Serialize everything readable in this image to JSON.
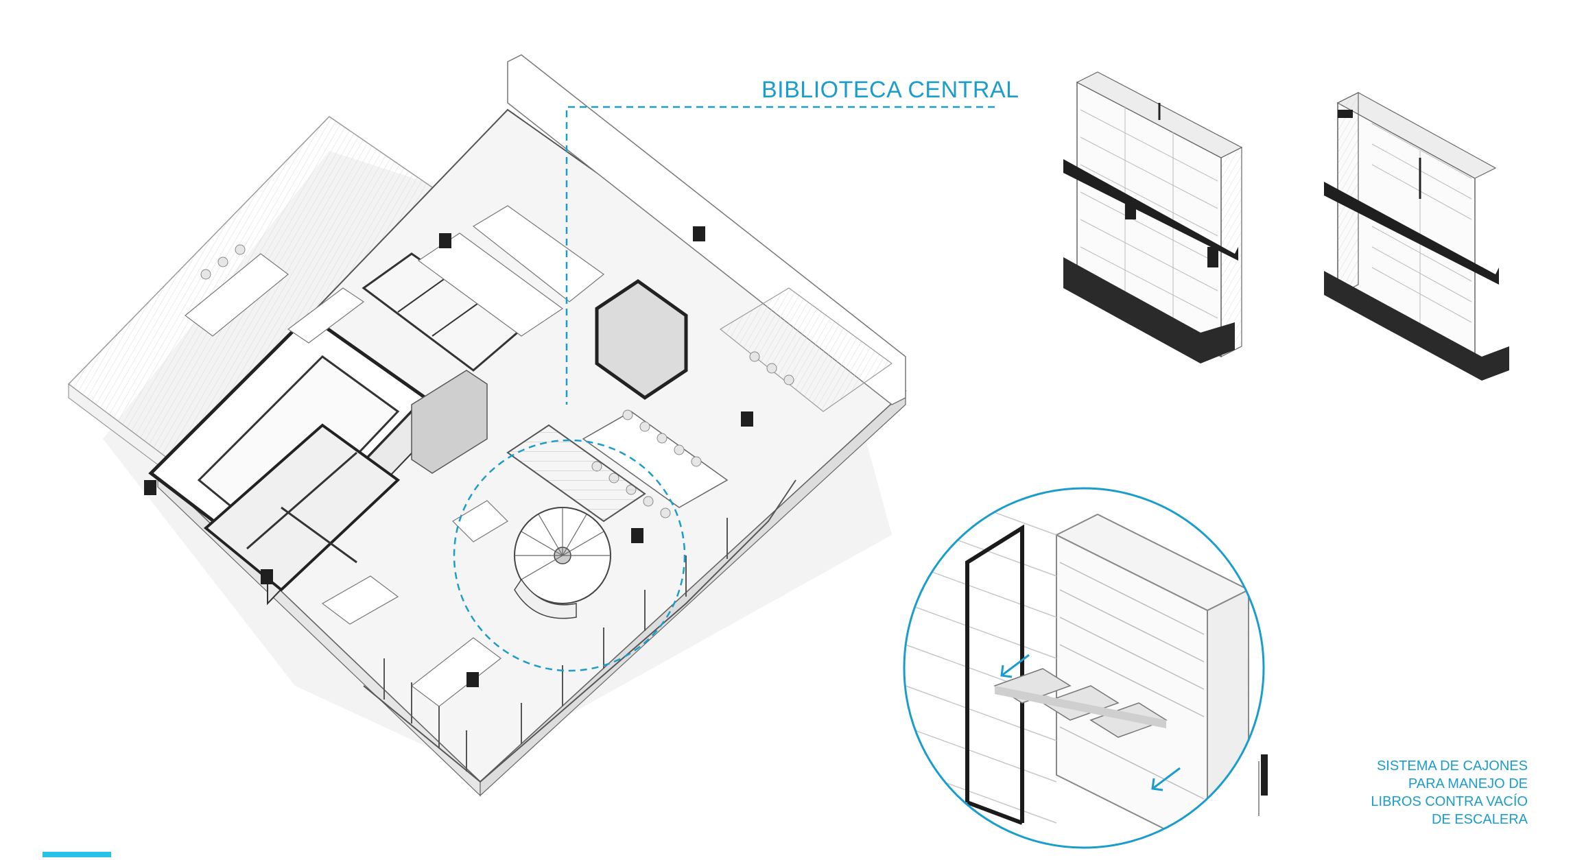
{
  "diagram": {
    "title": "BIBLIOTECA CENTRAL",
    "note_lines": [
      "SISTEMA DE CAJONES",
      "PARA MANEJO DE",
      "LIBROS CONTRA  VACÍO",
      "DE ESCALERA"
    ]
  },
  "colors": {
    "accent": "#1a9dcc",
    "accent_bar": "#27c0e6",
    "line_dark": "#222222",
    "line_mid": "#8a8a8a",
    "floor": "#f3f3f3",
    "wall": "#ffffff",
    "shadow": "#e4e4e4"
  },
  "icons": {
    "arrow": "arrow-down-left-icon"
  }
}
